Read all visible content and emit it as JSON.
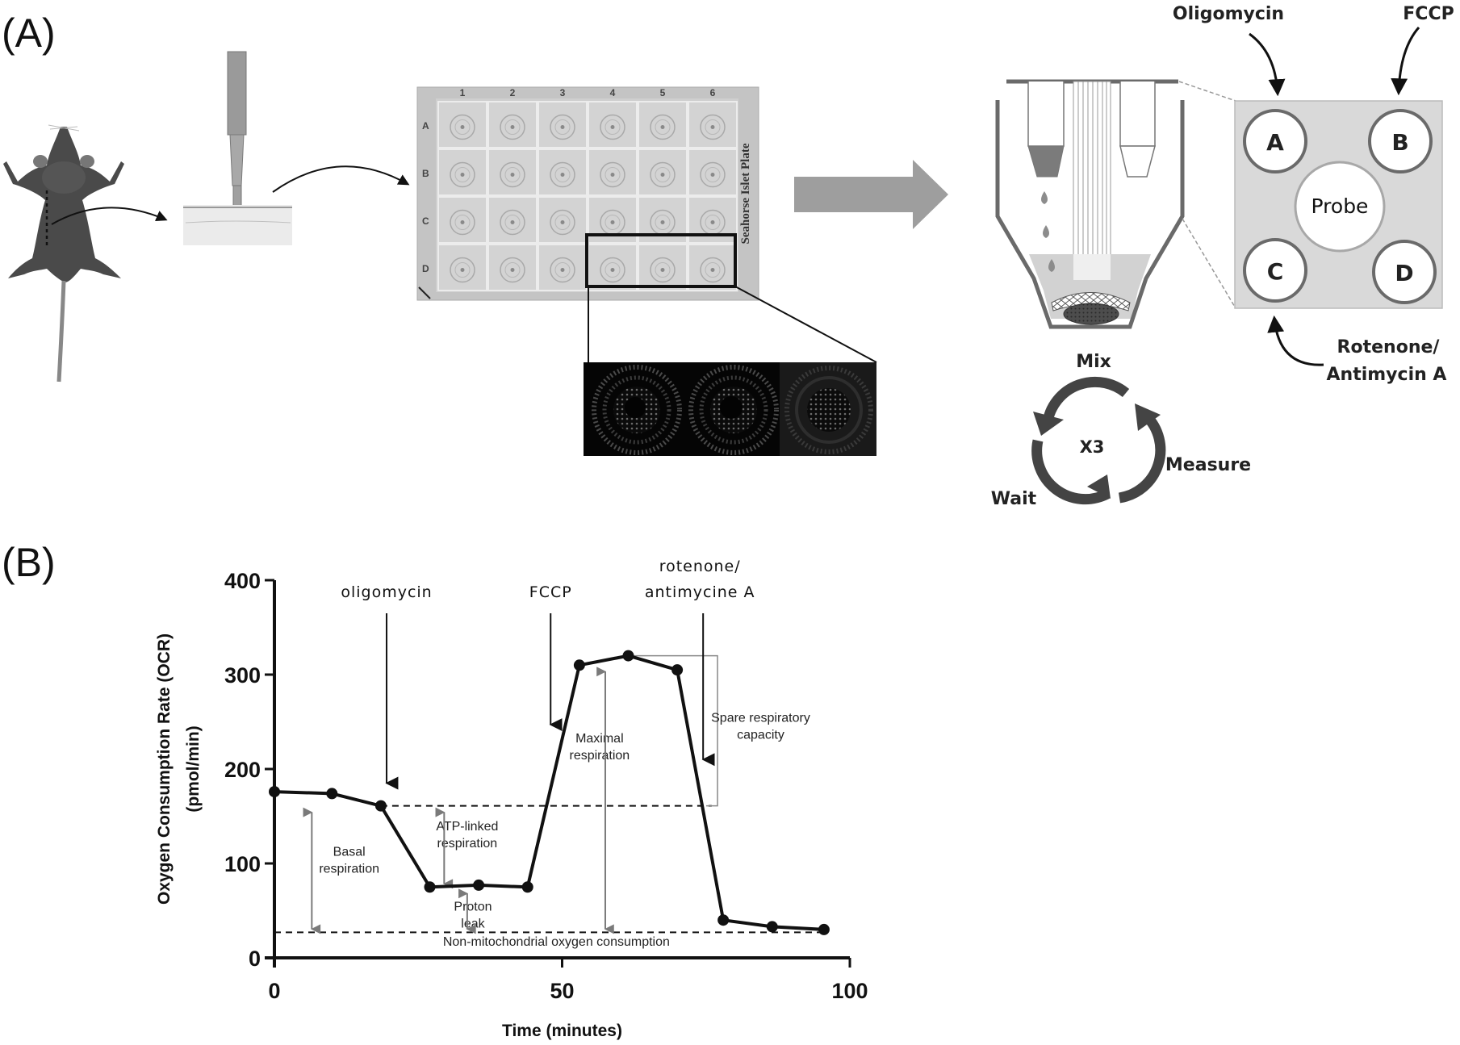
{
  "panel_a": {
    "label": "(A)",
    "plate": {
      "columns": [
        "1",
        "2",
        "3",
        "4",
        "5",
        "6"
      ],
      "rows": [
        "A",
        "B",
        "C",
        "D"
      ],
      "side_label": "Seahorse Islet Plate",
      "highlighted_wells": [
        "D4",
        "D5",
        "D6"
      ]
    },
    "cartridge": {
      "ports": [
        {
          "id": "A",
          "compound": "Oligomycin"
        },
        {
          "id": "B",
          "compound": "FCCP"
        },
        {
          "id": "C",
          "compound": "Rotenone/ Antimycin A"
        },
        {
          "id": "D",
          "compound": ""
        }
      ],
      "probe_label": "Probe",
      "injection_labels": {
        "oligomycin": "Oligomycin",
        "fccp": "FCCP",
        "rotenone_line1": "Rotenone/",
        "rotenone_line2": "Antimycin A"
      }
    },
    "cycle": {
      "steps": [
        "Mix",
        "Measure",
        "Wait"
      ],
      "repeat_label": "X3"
    },
    "icons": [
      "mouse-icon",
      "biopsy-punch-icon",
      "islet-plate-image",
      "micrograph-strip",
      "big-right-arrow-icon",
      "well-sensor-icon",
      "cartridge-ports-diagram",
      "cycle-arrows-icon"
    ],
    "colors": {
      "gray_fill": "#d9d9d9",
      "dark_gray": "#6a6a6a",
      "arrow_gray": "#a0a0a0",
      "mouse": "#4a4a4a"
    }
  },
  "panel_b": {
    "label": "(B)"
  },
  "chart_data": {
    "type": "line",
    "title": "",
    "xlabel": "Time (minutes)",
    "ylabel_line1": "Oxygen Consumption Rate (OCR)",
    "ylabel_line2": "(pmol/min)",
    "xlim": [
      0,
      100
    ],
    "ylim": [
      0,
      400
    ],
    "x_ticks": [
      0,
      50,
      100
    ],
    "y_ticks": [
      0,
      100,
      200,
      300,
      400
    ],
    "x_tick_labels": [
      "0",
      "50",
      "100"
    ],
    "y_tick_labels": [
      "0",
      "100",
      "200",
      "300",
      "400"
    ],
    "grid": false,
    "series": [
      {
        "name": "OCR",
        "x": [
          0,
          10,
          18.5,
          27,
          35.5,
          44,
          53,
          61.5,
          70,
          78,
          86.5,
          95.5
        ],
        "y": [
          176,
          174,
          161,
          75,
          77,
          75,
          310,
          320,
          305,
          40,
          33,
          30
        ]
      }
    ],
    "reference_lines": [
      {
        "name": "basal-level",
        "y": 161,
        "x_from": 18.5,
        "x_to": 76,
        "style": "dashed"
      },
      {
        "name": "non-mitochondrial-level",
        "y": 27,
        "x_from": 0,
        "x_to": 96,
        "style": "dashed"
      }
    ],
    "injections": [
      {
        "x": 19.5,
        "label_lines": [
          "oligomycin"
        ],
        "arrow_to_y": 185
      },
      {
        "x": 48,
        "label_lines": [
          "FCCP"
        ],
        "arrow_to_y": 247
      },
      {
        "x": 74.5,
        "label_lines": [
          "rotenone/",
          "antimycine A"
        ],
        "arrow_to_y": 210
      }
    ],
    "annotations": [
      {
        "lines": [
          "Basal",
          "respiration"
        ],
        "x": 13,
        "y": 108,
        "arrow": {
          "x": 6.5,
          "y_from": 161,
          "y_to": 27
        }
      },
      {
        "lines": [
          "ATP-linked",
          "respiration"
        ],
        "x": 33.5,
        "y": 135,
        "arrow": {
          "x": 29.5,
          "y_from": 161,
          "y_to": 75
        }
      },
      {
        "lines": [
          "Proton",
          "leak"
        ],
        "x": 34.5,
        "y": 50,
        "arrow": {
          "x": 33.5,
          "y_from": 75,
          "y_to": 27
        }
      },
      {
        "lines": [
          "Maximal",
          "respiration"
        ],
        "x": 56.5,
        "y": 228,
        "arrow": {
          "x": 57.5,
          "y_from": 310,
          "y_to": 27
        }
      },
      {
        "lines": [
          "Spare respiratory",
          "capacity"
        ],
        "x": 84.5,
        "y": 250
      },
      {
        "lines": [
          "Non-mitochondrial oxygen consumption"
        ],
        "x": 49,
        "y": 13
      }
    ],
    "spare_bracket": {
      "y_top": 320,
      "y_bottom": 161,
      "x": 77
    }
  }
}
